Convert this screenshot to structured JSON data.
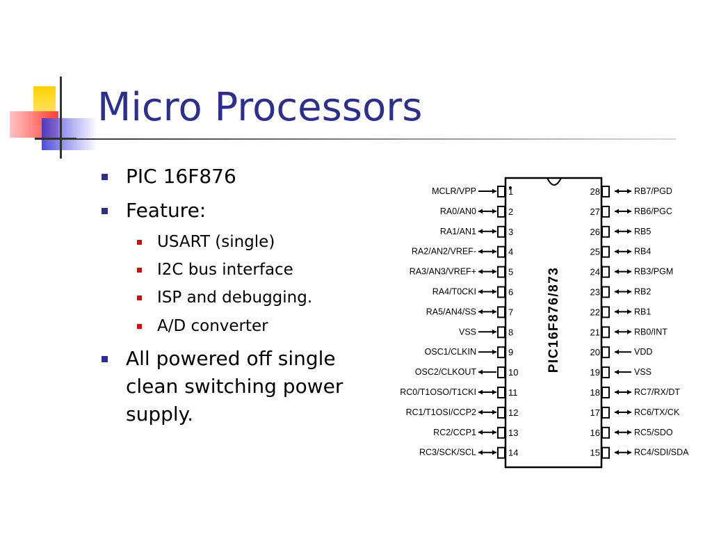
{
  "slide": {
    "title": "Micro Processors",
    "bullets": [
      {
        "text": "PIC 16F876"
      },
      {
        "text": "Feature:",
        "sub": [
          {
            "text": "USART (single)"
          },
          {
            "text": "I2C bus interface"
          },
          {
            "text": "ISP and debugging."
          },
          {
            "text": "A/D converter"
          }
        ]
      },
      {
        "text_lines": [
          "All powered off single",
          "clean switching power",
          "supply."
        ]
      }
    ]
  },
  "chip": {
    "name": "PIC16F876/873",
    "left_pins": [
      {
        "num": "1",
        "label": "MCLR/VPP",
        "dir": "in"
      },
      {
        "num": "2",
        "label": "RA0/AN0",
        "dir": "bi"
      },
      {
        "num": "3",
        "label": "RA1/AN1",
        "dir": "bi"
      },
      {
        "num": "4",
        "label": "RA2/AN2/VREF-",
        "dir": "bi"
      },
      {
        "num": "5",
        "label": "RA3/AN3/VREF+",
        "dir": "bi"
      },
      {
        "num": "6",
        "label": "RA4/T0CKI",
        "dir": "bi"
      },
      {
        "num": "7",
        "label": "RA5/AN4/SS",
        "dir": "bi"
      },
      {
        "num": "8",
        "label": "VSS",
        "dir": "in"
      },
      {
        "num": "9",
        "label": "OSC1/CLKIN",
        "dir": "in"
      },
      {
        "num": "10",
        "label": "OSC2/CLKOUT",
        "dir": "out"
      },
      {
        "num": "11",
        "label": "RC0/T1OSO/T1CKI",
        "dir": "bi"
      },
      {
        "num": "12",
        "label": "RC1/T1OSI/CCP2",
        "dir": "bi"
      },
      {
        "num": "13",
        "label": "RC2/CCP1",
        "dir": "bi"
      },
      {
        "num": "14",
        "label": "RC3/SCK/SCL",
        "dir": "bi"
      }
    ],
    "right_pins": [
      {
        "num": "28",
        "label": "RB7/PGD",
        "dir": "bi"
      },
      {
        "num": "27",
        "label": "RB6/PGC",
        "dir": "bi"
      },
      {
        "num": "26",
        "label": "RB5",
        "dir": "bi"
      },
      {
        "num": "25",
        "label": "RB4",
        "dir": "bi"
      },
      {
        "num": "24",
        "label": "RB3/PGM",
        "dir": "bi"
      },
      {
        "num": "23",
        "label": "RB2",
        "dir": "bi"
      },
      {
        "num": "22",
        "label": "RB1",
        "dir": "bi"
      },
      {
        "num": "21",
        "label": "RB0/INT",
        "dir": "bi"
      },
      {
        "num": "20",
        "label": "VDD",
        "dir": "in"
      },
      {
        "num": "19",
        "label": "VSS",
        "dir": "in"
      },
      {
        "num": "18",
        "label": "RC7/RX/DT",
        "dir": "bi"
      },
      {
        "num": "17",
        "label": "RC6/TX/CK",
        "dir": "bi"
      },
      {
        "num": "16",
        "label": "RC5/SDO",
        "dir": "bi"
      },
      {
        "num": "15",
        "label": "RC4/SDI/SDA",
        "dir": "bi"
      }
    ]
  },
  "colors": {
    "title": "#2b2f8f",
    "bullet_l1": "#2b2f8f",
    "bullet_l2": "#e00000",
    "deco_yellow": "#ffd200",
    "deco_red": "#ff3a3a",
    "deco_blue": "#3a3ae0"
  }
}
